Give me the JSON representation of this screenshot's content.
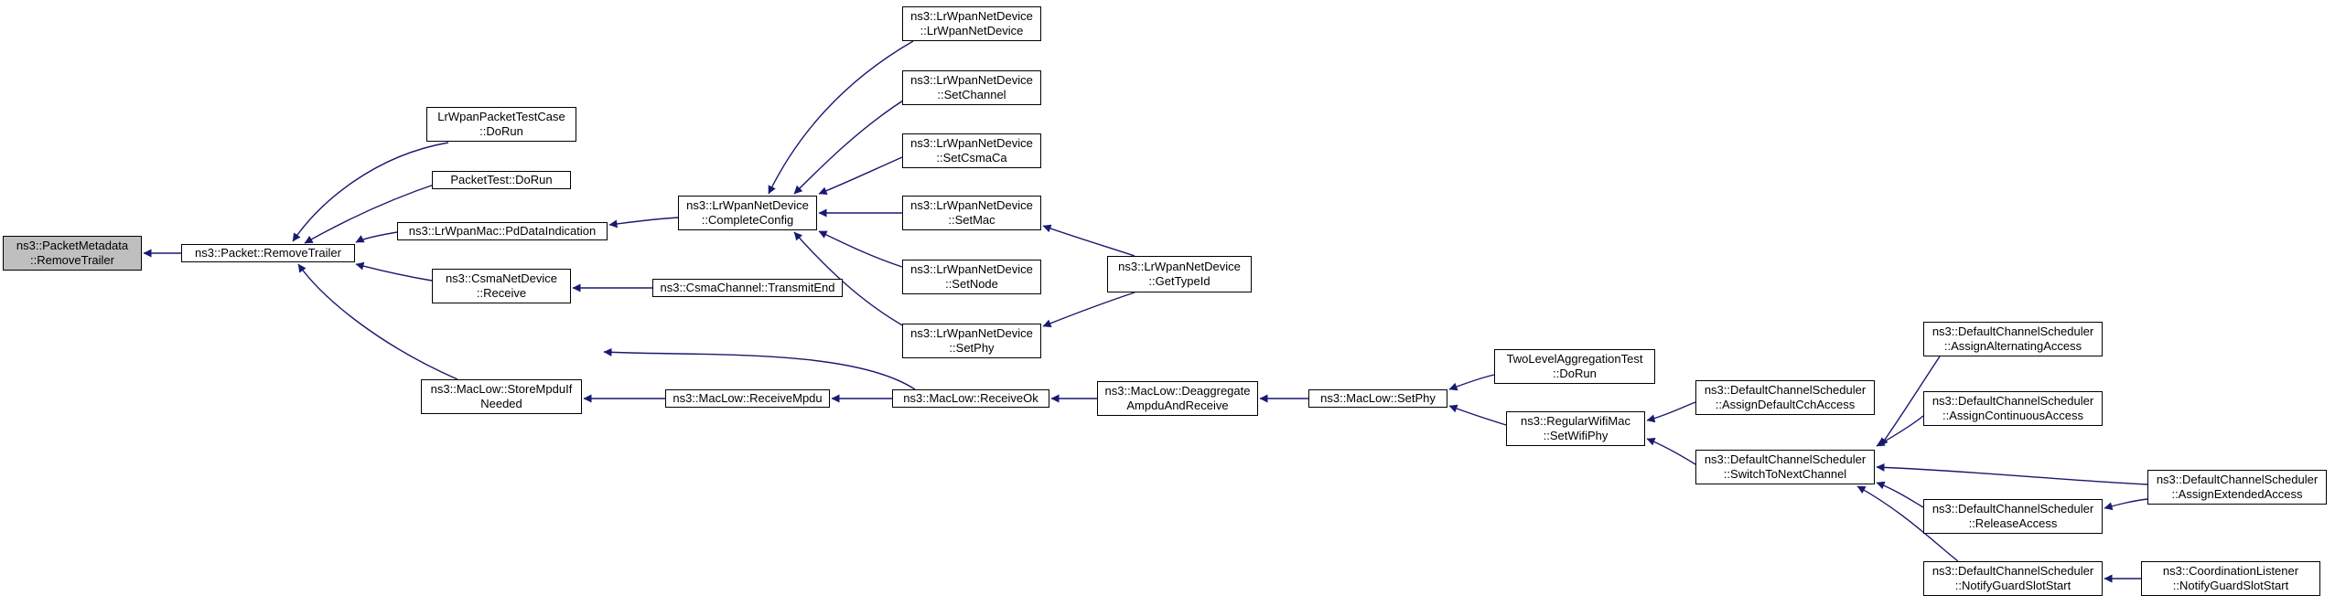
{
  "colors": {
    "edge": "#191970",
    "border": "#000000",
    "root_fill": "#bfbfbf",
    "node_fill": "#ffffff"
  },
  "nodes": [
    {
      "id": "n0",
      "lines": [
        "ns3::PacketMetadata",
        "::RemoveTrailer"
      ]
    },
    {
      "id": "n1",
      "lines": [
        "ns3::Packet::RemoveTrailer"
      ]
    },
    {
      "id": "n2",
      "lines": [
        "LrWpanPacketTestCase",
        "::DoRun"
      ]
    },
    {
      "id": "n3",
      "lines": [
        "PacketTest::DoRun"
      ]
    },
    {
      "id": "n4",
      "lines": [
        "ns3::LrWpanMac::PdDataIndication"
      ]
    },
    {
      "id": "n5",
      "lines": [
        "ns3::CsmaNetDevice",
        "::Receive"
      ]
    },
    {
      "id": "n6",
      "lines": [
        "ns3::MacLow::StoreMpduIf",
        "Needed"
      ]
    },
    {
      "id": "n7",
      "lines": [
        "ns3::LrWpanNetDevice",
        "::CompleteConfig"
      ]
    },
    {
      "id": "n8",
      "lines": [
        "ns3::CsmaChannel::TransmitEnd"
      ]
    },
    {
      "id": "n9",
      "lines": [
        "ns3::MacLow::ReceiveMpdu"
      ]
    },
    {
      "id": "n10",
      "lines": [
        "ns3::MacLow::ReceiveOk"
      ]
    },
    {
      "id": "n11",
      "lines": [
        "ns3::LrWpanNetDevice",
        "::LrWpanNetDevice"
      ]
    },
    {
      "id": "n12",
      "lines": [
        "ns3::LrWpanNetDevice",
        "::SetChannel"
      ]
    },
    {
      "id": "n13",
      "lines": [
        "ns3::LrWpanNetDevice",
        "::SetCsmaCa"
      ]
    },
    {
      "id": "n14",
      "lines": [
        "ns3::LrWpanNetDevice",
        "::SetMac"
      ]
    },
    {
      "id": "n15",
      "lines": [
        "ns3::LrWpanNetDevice",
        "::SetNode"
      ]
    },
    {
      "id": "n16",
      "lines": [
        "ns3::LrWpanNetDevice",
        "::SetPhy"
      ]
    },
    {
      "id": "n17",
      "lines": [
        "ns3::LrWpanNetDevice",
        "::GetTypeId"
      ]
    },
    {
      "id": "n18",
      "lines": [
        "ns3::MacLow::Deaggregate",
        "AmpduAndReceive"
      ]
    },
    {
      "id": "n19",
      "lines": [
        "ns3::MacLow::SetPhy"
      ]
    },
    {
      "id": "n20",
      "lines": [
        "TwoLevelAggregationTest",
        "::DoRun"
      ]
    },
    {
      "id": "n21",
      "lines": [
        "ns3::RegularWifiMac",
        "::SetWifiPhy"
      ]
    },
    {
      "id": "n22",
      "lines": [
        "ns3::DefaultChannelScheduler",
        "::AssignDefaultCchAccess"
      ]
    },
    {
      "id": "n23",
      "lines": [
        "ns3::DefaultChannelScheduler",
        "::SwitchToNextChannel"
      ]
    },
    {
      "id": "n24",
      "lines": [
        "ns3::DefaultChannelScheduler",
        "::AssignAlternatingAccess"
      ]
    },
    {
      "id": "n25",
      "lines": [
        "ns3::DefaultChannelScheduler",
        "::AssignContinuousAccess"
      ]
    },
    {
      "id": "n26",
      "lines": [
        "ns3::DefaultChannelScheduler",
        "::ReleaseAccess"
      ]
    },
    {
      "id": "n27",
      "lines": [
        "ns3::DefaultChannelScheduler",
        "::AssignExtendedAccess"
      ]
    },
    {
      "id": "n28",
      "lines": [
        "ns3::DefaultChannelScheduler",
        "::NotifyGuardSlotStart"
      ]
    },
    {
      "id": "n29",
      "lines": [
        "ns3::CoordinationListener",
        "::NotifyGuardSlotStart"
      ]
    }
  ],
  "edges": [
    [
      "n1",
      "n0"
    ],
    [
      "n2",
      "n1"
    ],
    [
      "n3",
      "n1"
    ],
    [
      "n4",
      "n1"
    ],
    [
      "n5",
      "n1"
    ],
    [
      "n6",
      "n1"
    ],
    [
      "n10",
      "n1"
    ],
    [
      "n7",
      "n4"
    ],
    [
      "n8",
      "n5"
    ],
    [
      "n9",
      "n6"
    ],
    [
      "n10",
      "n9"
    ],
    [
      "n11",
      "n7"
    ],
    [
      "n12",
      "n7"
    ],
    [
      "n13",
      "n7"
    ],
    [
      "n14",
      "n7"
    ],
    [
      "n15",
      "n7"
    ],
    [
      "n16",
      "n7"
    ],
    [
      "n17",
      "n14"
    ],
    [
      "n17",
      "n16"
    ],
    [
      "n18",
      "n10"
    ],
    [
      "n19",
      "n18"
    ],
    [
      "n20",
      "n19"
    ],
    [
      "n21",
      "n19"
    ],
    [
      "n22",
      "n21"
    ],
    [
      "n23",
      "n21"
    ],
    [
      "n24",
      "n23"
    ],
    [
      "n25",
      "n23"
    ],
    [
      "n26",
      "n23"
    ],
    [
      "n27",
      "n23"
    ],
    [
      "n28",
      "n23"
    ],
    [
      "n27",
      "n26"
    ],
    [
      "n29",
      "n28"
    ]
  ]
}
